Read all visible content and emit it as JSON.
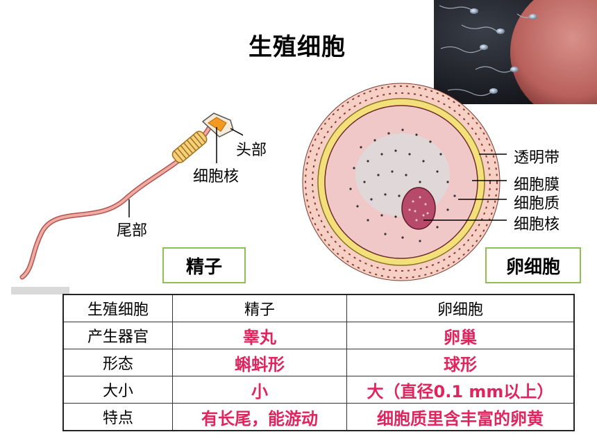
{
  "title": "生殖细胞",
  "sperm_labels": {
    "head": "头部",
    "nucleus": "细胞核",
    "tail": "尾部"
  },
  "egg_labels": {
    "zona": "透明带",
    "membrane": "细胞膜",
    "cytoplasm": "细胞质",
    "nucleus": "细胞核"
  },
  "sperm_box": "精子",
  "egg_box": "卵细胞",
  "table": {
    "header": [
      "生殖细胞",
      "精子",
      "卵细胞"
    ],
    "rows": [
      [
        "产生器官",
        "睾丸",
        "卵巢"
      ],
      [
        "形态",
        "蝌蚪形",
        "球形"
      ],
      [
        "大小",
        "小",
        "大（直径0.1 mm以上）"
      ],
      [
        "特点",
        "有长尾，能游动",
        "细胞质里含丰富的卵黄"
      ]
    ]
  },
  "colors": {
    "highlight": "#e0245e",
    "box_border": "#8cc152"
  }
}
